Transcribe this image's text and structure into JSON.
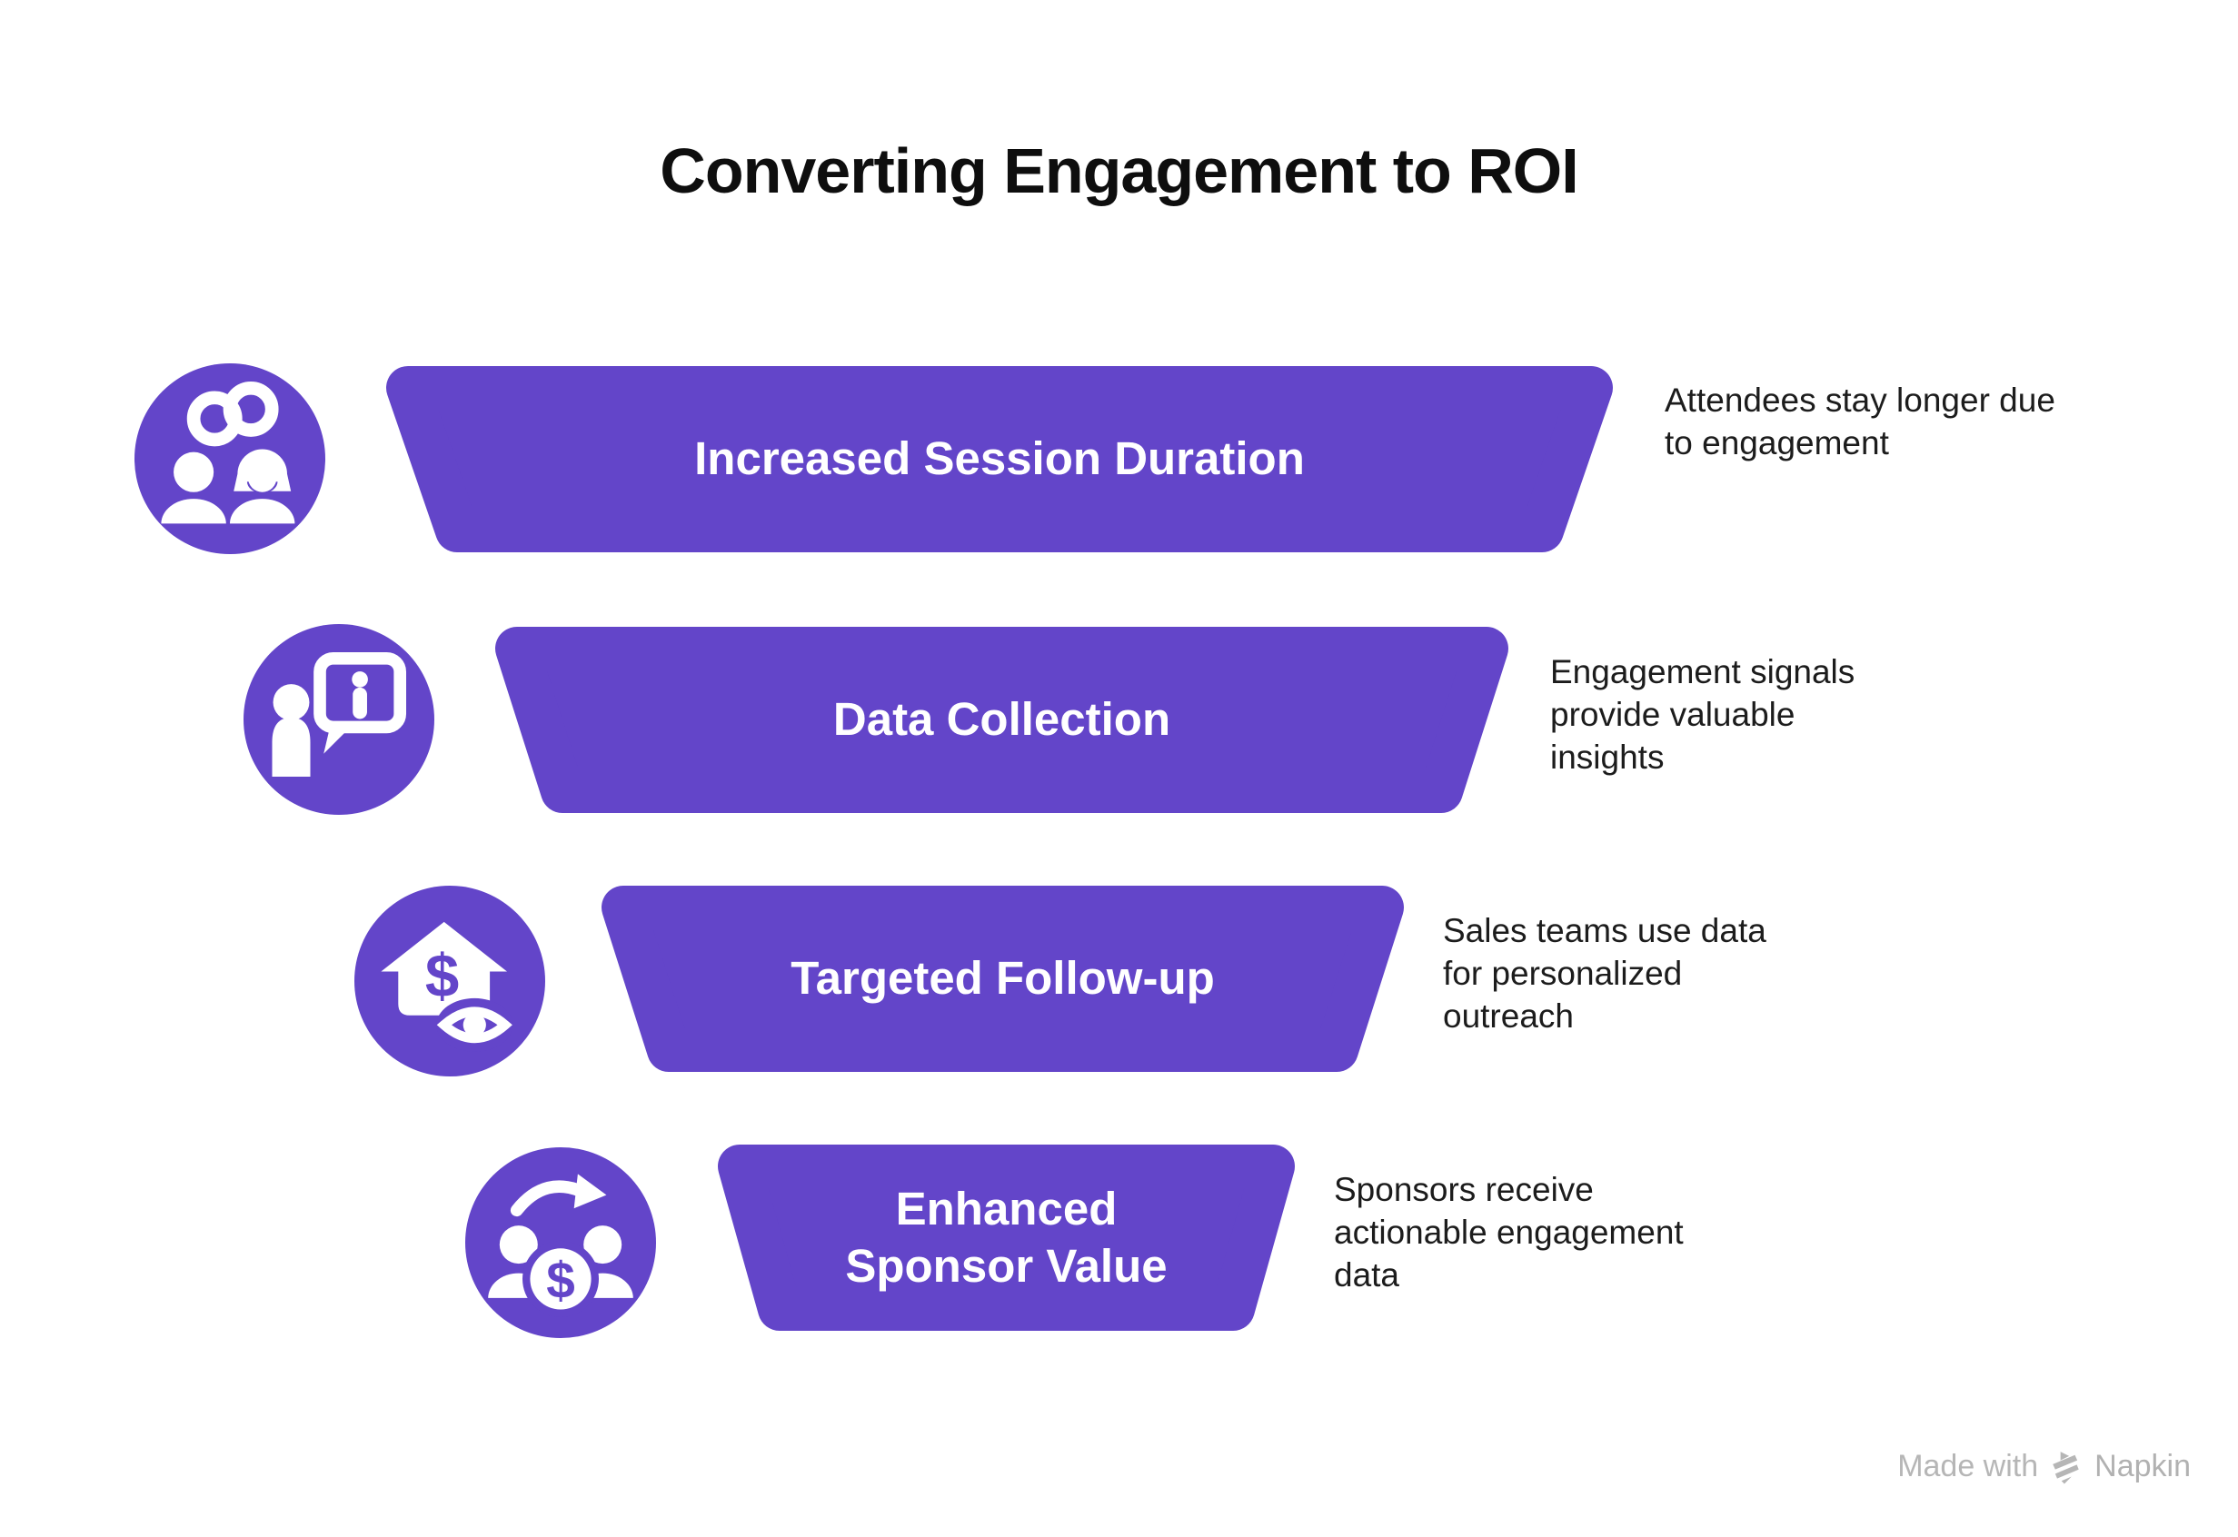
{
  "title": "Converting Engagement to ROI",
  "colors": {
    "accent_purple": "#6345C9",
    "stage_text": "#FFFFFF",
    "body_text": "#1C1C1C",
    "watermark_gray": "#B6B6B6",
    "background": "#FFFFFF"
  },
  "funnel": {
    "stages": [
      {
        "label": "Increased Session Duration",
        "description": "Attendees stay longer due to engagement",
        "icon": "people-link-icon"
      },
      {
        "label": "Data Collection",
        "description": "Engagement signals provide valuable insights",
        "icon": "presenter-info-icon"
      },
      {
        "label": "Targeted Follow-up",
        "description": "Sales teams use data for personalized outreach",
        "icon": "house-dollar-eye-icon"
      },
      {
        "label": "Enhanced Sponsor Value",
        "description": "Sponsors receive actionable engagement data",
        "icon": "people-exchange-dollar-icon"
      }
    ]
  },
  "watermark": {
    "prefix": "Made with",
    "brand": "Napkin"
  }
}
